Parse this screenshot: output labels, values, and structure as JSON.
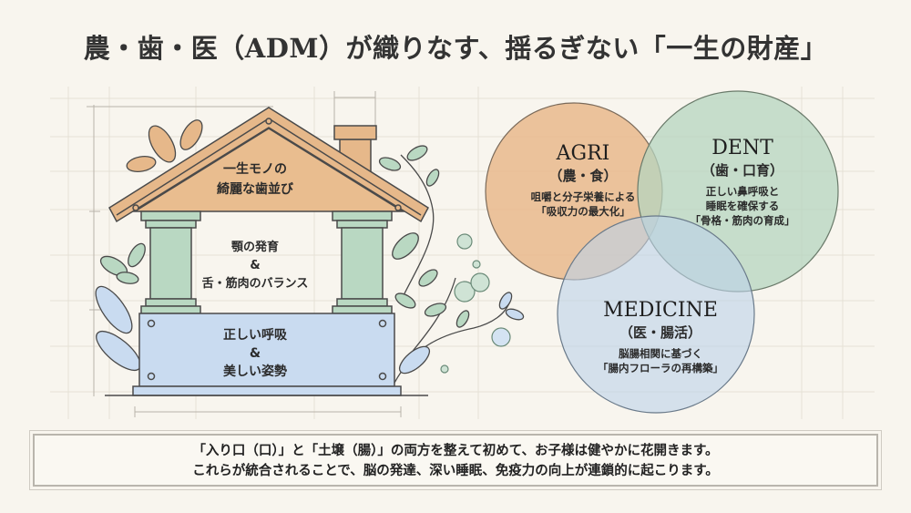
{
  "title": "農・歯・医（ADM）が織りなす、揺るぎない「一生の財産」",
  "house": {
    "roof": [
      "一生モノの",
      "綺麗な歯並び"
    ],
    "pillars": [
      "顎の発育",
      "&",
      "舌・筋肉のバランス"
    ],
    "foundation": [
      "正しい呼吸",
      "&",
      "美しい姿勢"
    ]
  },
  "venn": {
    "agri": {
      "en": "AGRI",
      "jp": "（農・食）",
      "desc": [
        "咀嚼と分子栄養による",
        "「吸収力の最大化」"
      ],
      "color": "#e9b98c"
    },
    "dent": {
      "en": "DENT",
      "jp": "（歯・口育）",
      "desc": [
        "正しい鼻呼吸と",
        "睡眠を確保する",
        "「骨格・筋肉の育成」"
      ],
      "color": "#b5d4bf"
    },
    "medicine": {
      "en": "MEDICINE",
      "jp": "（医・腸活）",
      "desc": [
        "脳腸相関に基づく",
        "「腸内フローラの再構築」"
      ],
      "color": "#bcd2ea"
    }
  },
  "banner": {
    "line1": "「入り口（口）」と「土壌（腸）」の両方を整えて初めて、お子様は健やかに花開きます。",
    "line2": "これらが統合されることで、脳の発達、深い睡眠、免疫力の向上が連鎖的に起こります。"
  },
  "colors": {
    "roof": "#e6b88a",
    "pillar": "#b9d8c2",
    "base": "#c9dbf0",
    "background": "#f8f5ee"
  }
}
